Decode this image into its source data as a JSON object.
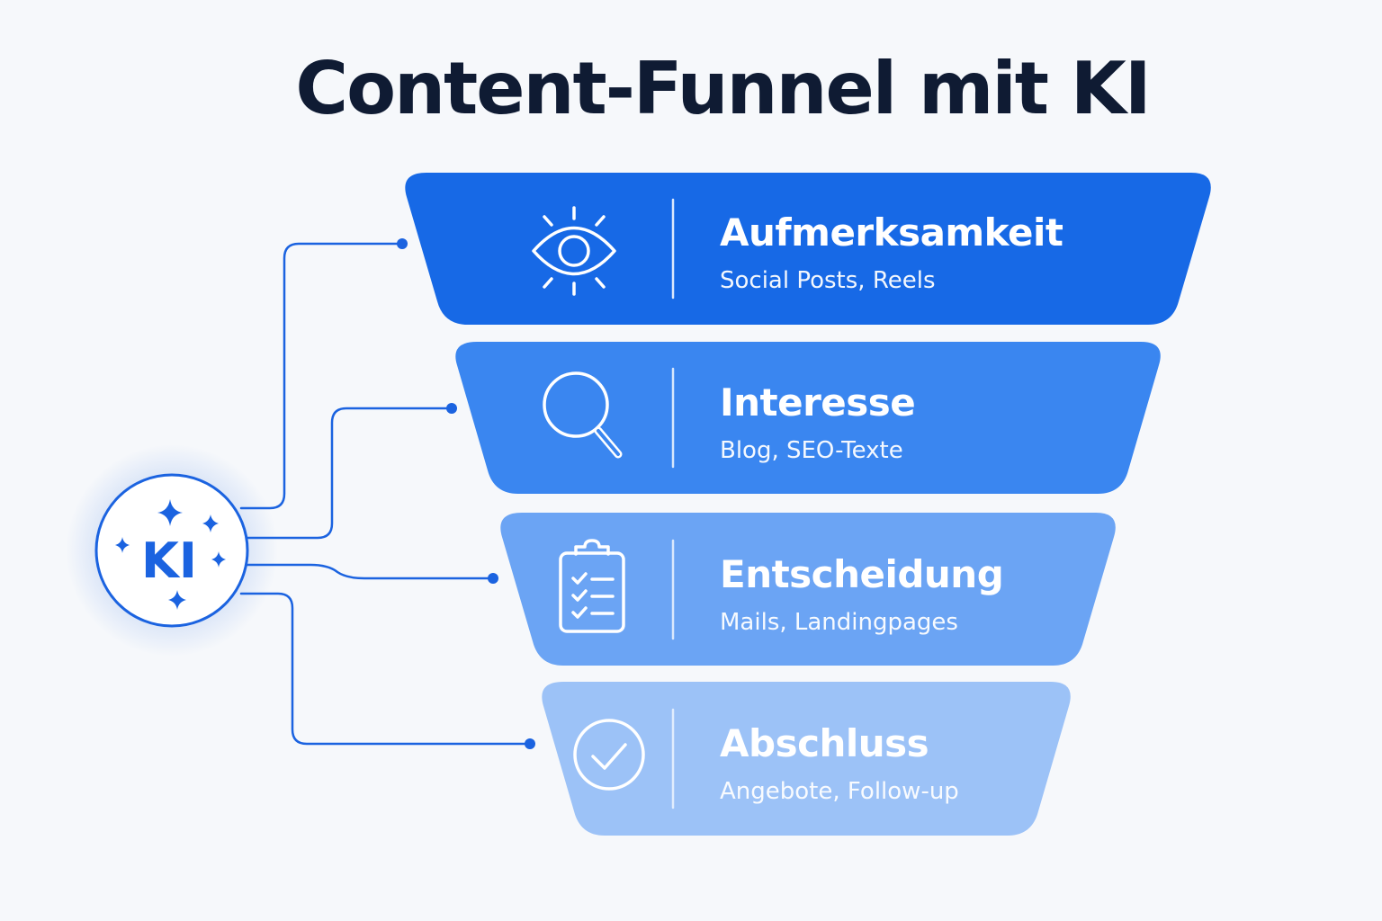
{
  "title": "Content-Funnel mit KI",
  "hub": {
    "label": "KI",
    "icon": "sparkles-icon"
  },
  "colors": {
    "title": "#0f1b33",
    "connector": "#1b63e0",
    "stage_1": "#1769e6",
    "stage_2": "#3a86f0",
    "stage_3": "#6ba4f4",
    "stage_4": "#9cc2f7"
  },
  "stages": [
    {
      "name": "Aufmerksamkeit",
      "channels": "Social Posts, Reels",
      "icon": "eye-icon"
    },
    {
      "name": "Interesse",
      "channels": "Blog, SEO-Texte",
      "icon": "magnifier-icon"
    },
    {
      "name": "Entscheidung",
      "channels": "Mails, Landingpages",
      "icon": "checklist-clipboard-icon"
    },
    {
      "name": "Abschluss",
      "channels": "Angebote, Follow-up",
      "icon": "check-circle-icon"
    }
  ]
}
